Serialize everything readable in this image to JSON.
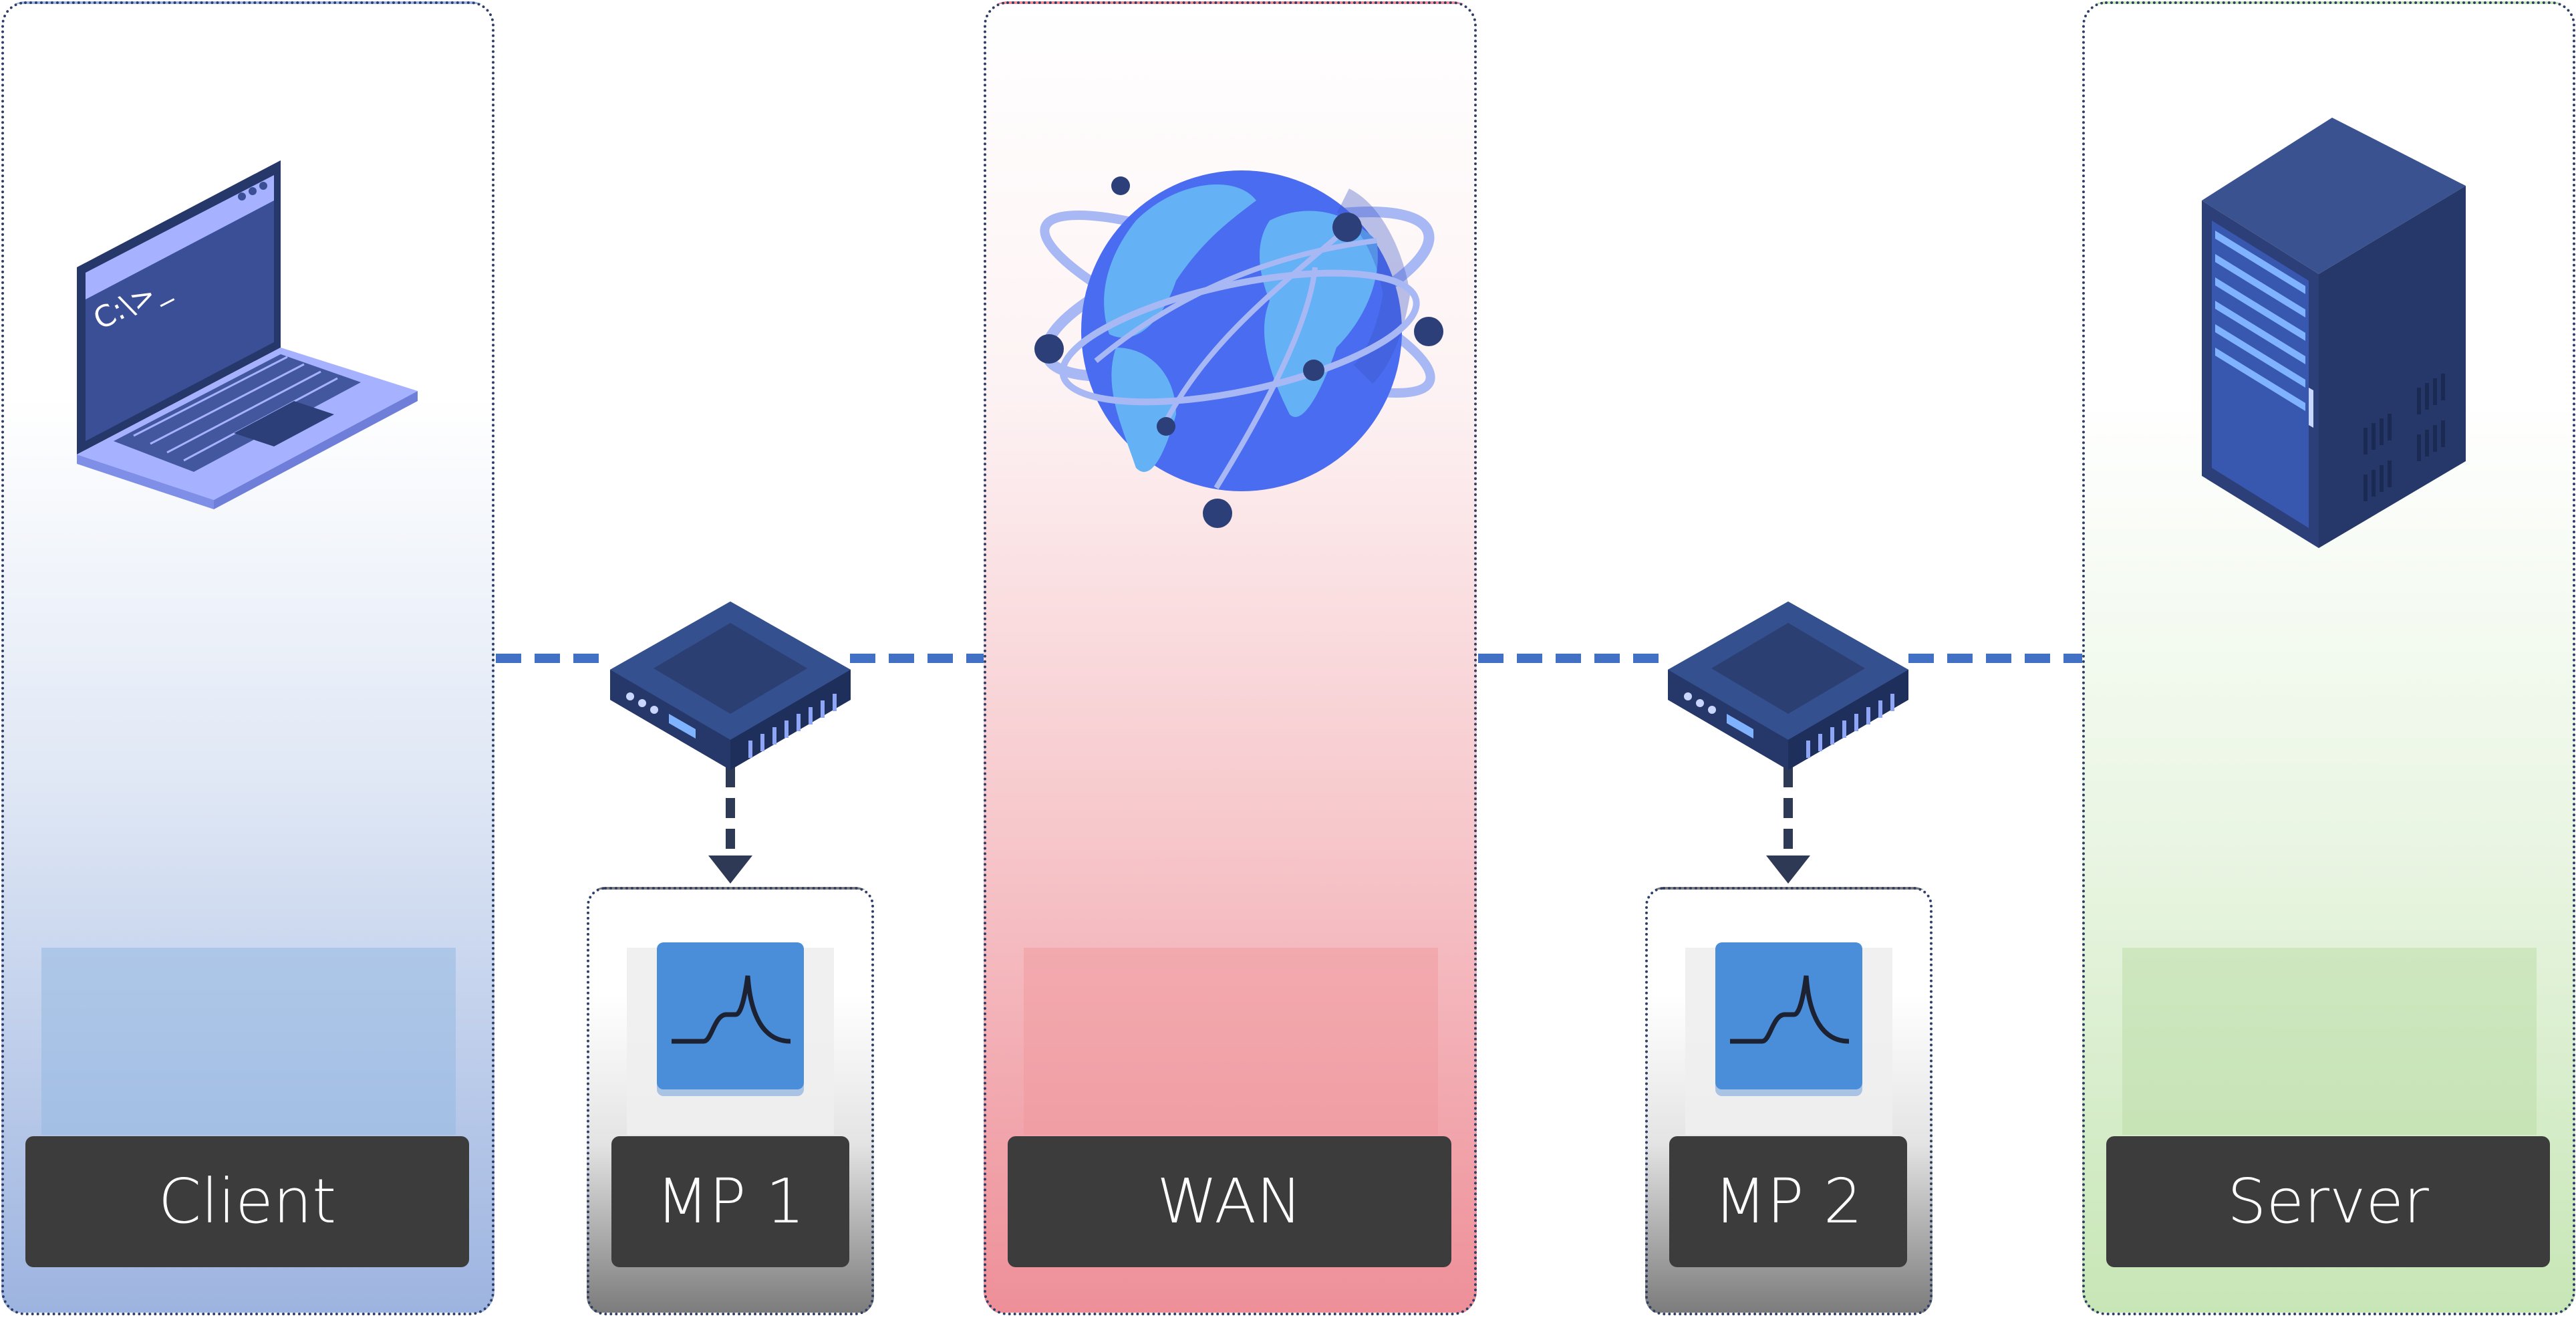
{
  "nodes": {
    "client": {
      "label": "Client",
      "terminal_prompt": "C:\\>_"
    },
    "mp1": {
      "label": "MP 1"
    },
    "wan": {
      "label": "WAN"
    },
    "mp2": {
      "label": "MP 2"
    },
    "server": {
      "label": "Server"
    }
  },
  "icons": {
    "client": "laptop-icon",
    "wan": "globe-network-icon",
    "server": "server-rack-icon",
    "mp1": "network-tap-device-icon",
    "mp2": "network-tap-device-icon",
    "capture": "waveform-capture-icon"
  },
  "colors": {
    "zone_border": "#2f3f67",
    "link": "#4270c4",
    "tap_arrow": "#2e3a55",
    "label_bg": "#3c3c3c",
    "label_text": "#ffffff",
    "device": "#2f4a87",
    "device_accent": "#7f9cf5",
    "capture_bg": "#4a8ed9"
  }
}
